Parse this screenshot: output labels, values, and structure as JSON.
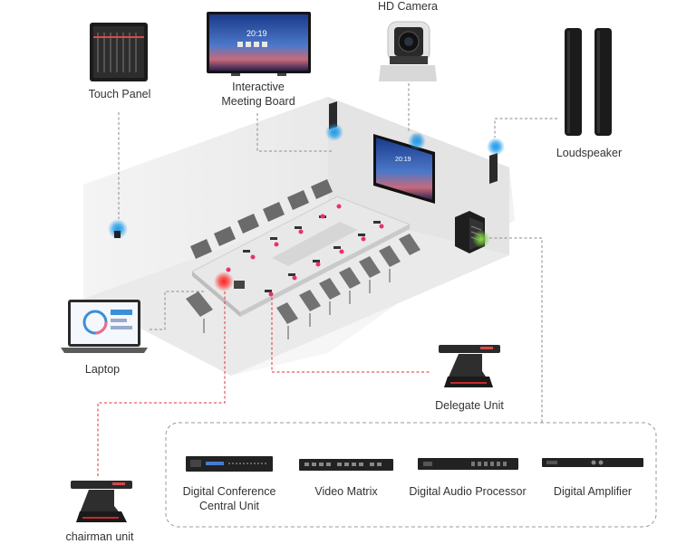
{
  "labels": {
    "touch_panel": "Touch Panel",
    "meeting_board_line1": "Interactive",
    "meeting_board_line2": "Meeting Board",
    "hd_camera": "HD Camera",
    "loudspeaker": "Loudspeaker",
    "laptop": "Laptop",
    "delegate_unit": "Delegate Unit",
    "chairman_unit": "chairman unit",
    "central_unit_line1": "Digital Conference",
    "central_unit_line2": "Central Unit",
    "video_matrix": "Video Matrix",
    "audio_processor": "Digital Audio Processor",
    "amplifier": "Digital Amplifier"
  },
  "screens": {
    "board_time": "20:19",
    "tv_time": "20:19"
  },
  "colors": {
    "connector_gray": "#8a8a8a",
    "connector_red": "#e0303a",
    "marker_blue": "#1e9bea",
    "marker_green": "#7ac943",
    "marker_pink": "#e8307a",
    "marker_red": "#ff2020"
  }
}
